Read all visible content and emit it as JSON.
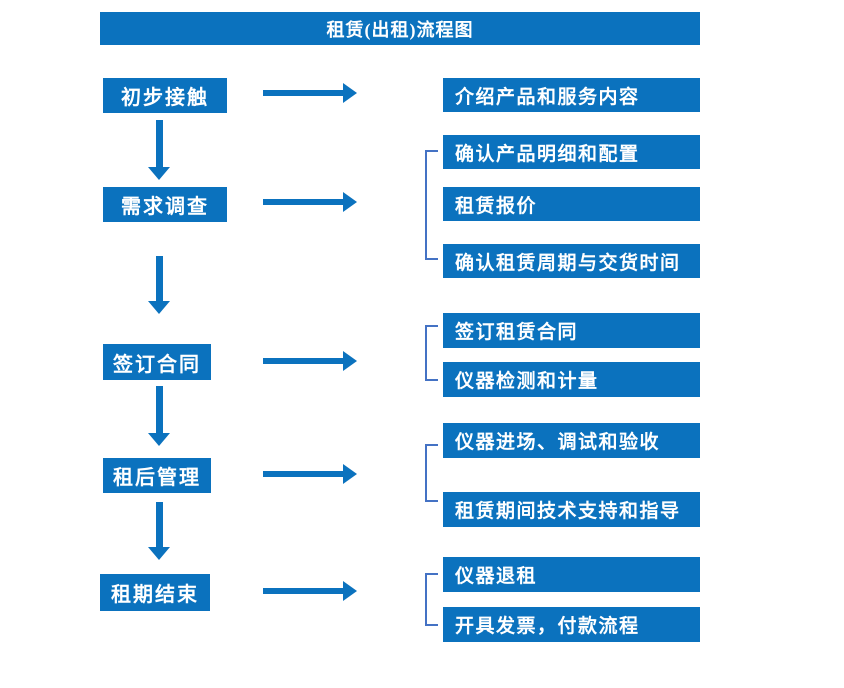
{
  "colors": {
    "primary_blue": "#0B72BE",
    "bracket_blue": "#4472C4",
    "text_white": "#FFFFFF",
    "background": "#FFFFFF"
  },
  "header": {
    "title": "租赁(出租)流程图"
  },
  "flow": {
    "steps": [
      {
        "label": "初步接触",
        "details": [
          "介绍产品和服务内容"
        ]
      },
      {
        "label": "需求调查",
        "details": [
          "确认产品明细和配置",
          "租赁报价",
          "确认租赁周期与交货时间"
        ]
      },
      {
        "label": "签订合同",
        "details": [
          "签订租赁合同",
          "仪器检测和计量"
        ]
      },
      {
        "label": "租后管理",
        "details": [
          "仪器进场、调试和验收",
          "租赁期间技术支持和指导"
        ]
      },
      {
        "label": "租期结束",
        "details": [
          "仪器退租",
          "开具发票，付款流程"
        ]
      }
    ]
  }
}
